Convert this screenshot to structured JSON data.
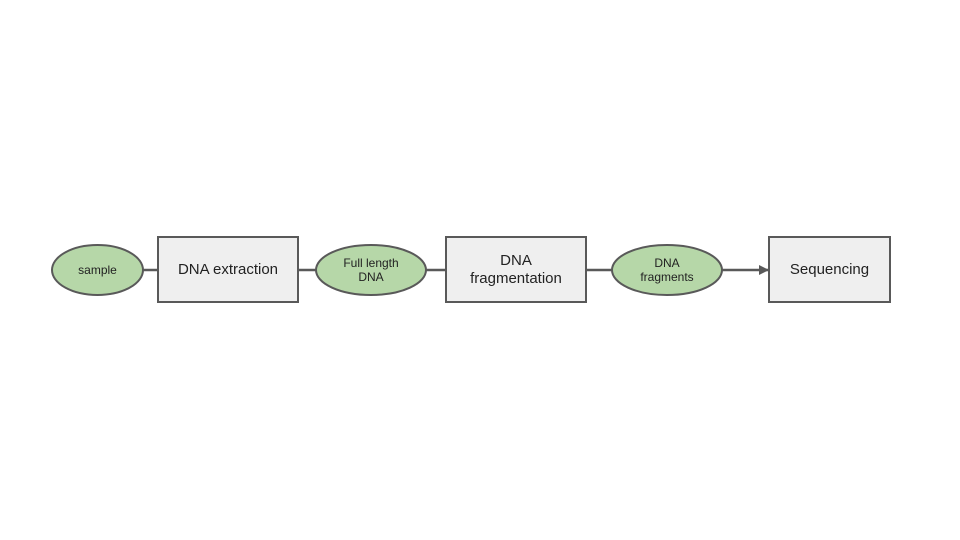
{
  "colors": {
    "oval_fill": "#b6d7a8",
    "box_fill": "#efefef",
    "stroke": "#595959"
  },
  "nodes": {
    "sample": "sample",
    "dna_extraction": "DNA extraction",
    "full_length_dna": "Full length\nDNA",
    "dna_fragmentation": "DNA\nfragmentation",
    "dna_fragments": "DNA\nfragments",
    "sequencing": "Sequencing"
  }
}
